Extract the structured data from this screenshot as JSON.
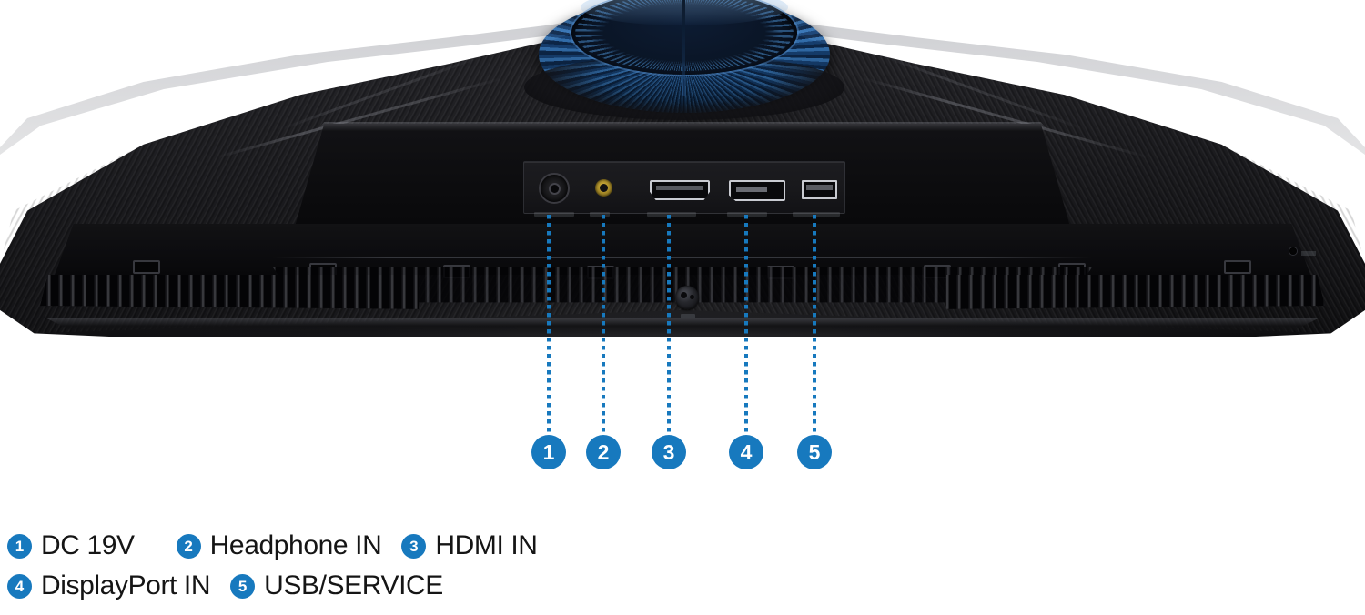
{
  "product": {
    "description": "Rear bottom view of a gaming monitor showing the input/output port panel",
    "accent_color": "#1779be",
    "body_color": "#141416",
    "stand_color": "#2c6ba8",
    "background_color": "#ffffff"
  },
  "callouts": [
    {
      "number": "1",
      "port": "dc-power-jack"
    },
    {
      "number": "2",
      "port": "headphone-jack"
    },
    {
      "number": "3",
      "port": "hdmi-port"
    },
    {
      "number": "4",
      "port": "displayport-port"
    },
    {
      "number": "5",
      "port": "usb-service-port"
    }
  ],
  "legend": {
    "rows": [
      [
        {
          "number": "1",
          "label": "DC 19V"
        },
        {
          "number": "2",
          "label": "Headphone IN"
        },
        {
          "number": "3",
          "label": "HDMI IN"
        }
      ],
      [
        {
          "number": "4",
          "label": "DisplayPort IN"
        },
        {
          "number": "5",
          "label": "USB/SERVICE"
        }
      ]
    ]
  }
}
